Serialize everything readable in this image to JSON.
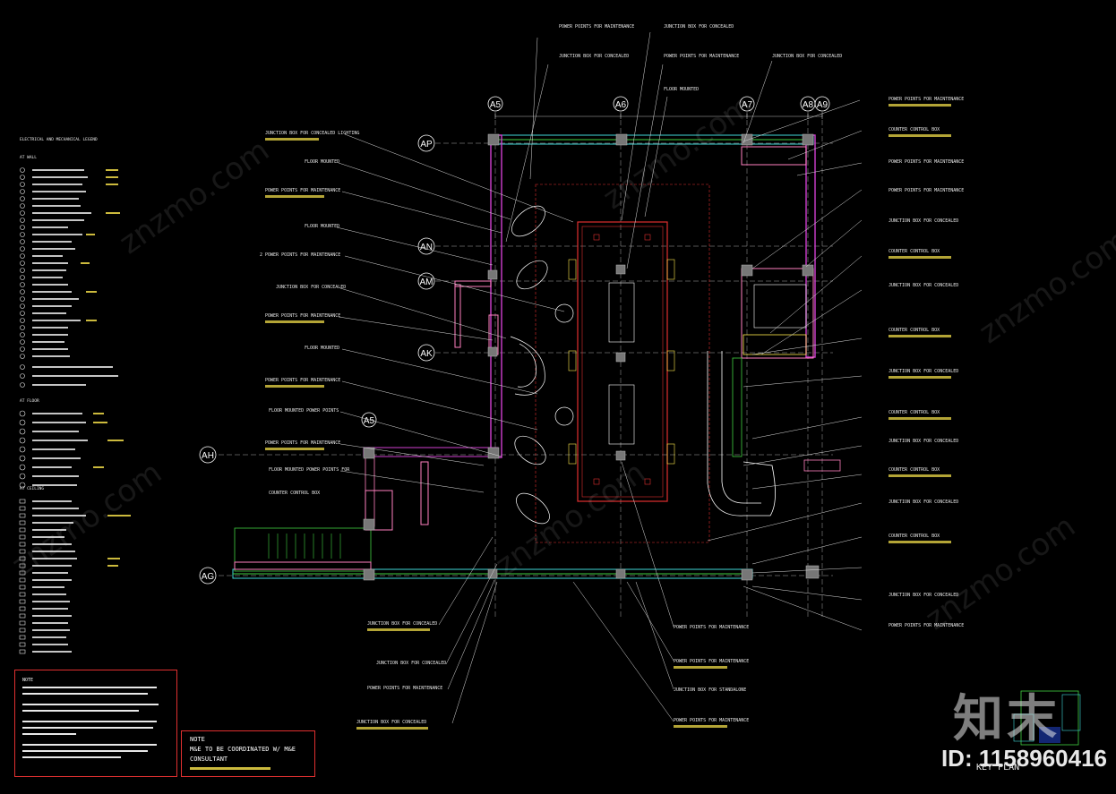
{
  "grid_labels": {
    "top": [
      "A5",
      "A6",
      "A7",
      "A8",
      "A9"
    ],
    "left": [
      "AP",
      "AN",
      "AM",
      "AK",
      "AH",
      "AG"
    ],
    "mid": "A5"
  },
  "legend": {
    "title": "ELECTRICAL AND MECHANICAL LEGEND",
    "section_wall": "AT WALL",
    "section_floor": "AT FLOOR",
    "section_ceiling": "AT CEILING"
  },
  "notes": {
    "small_title": "NOTE",
    "main_note_title": "NOTE",
    "main_note_line1": "M&E TO BE COORDINATED W/ M&E",
    "main_note_line2": "CONSULTANT"
  },
  "callouts_top": [
    "POWER POINTS FOR MAINTENANCE",
    "JUNCTION BOX FOR CONCEALED",
    "JUNCTION BOX FOR CONCEALED",
    "POWER POINTS FOR MAINTENANCE",
    "FLOOR MOUNTED",
    "JUNCTION BOX FOR CONCEALED"
  ],
  "callouts_left": [
    "JUNCTION BOX FOR CONCEALED LIGHTING",
    "FLOOR MOUNTED",
    "POWER POINTS FOR MAINTENANCE",
    "FLOOR MOUNTED",
    "2 POWER POINTS FOR MAINTENANCE",
    "JUNCTION BOX FOR CONCEALED",
    "POWER POINTS FOR MAINTENANCE",
    "FLOOR MOUNTED",
    "POWER POINTS FOR MAINTENANCE",
    "FLOOR MOUNTED POWER POINTS",
    "POWER POINTS FOR MAINTENANCE",
    "FLOOR MOUNTED POWER POINTS FOR",
    "COUNTER CONTROL BOX"
  ],
  "callouts_right": [
    "POWER POINTS FOR MAINTENANCE",
    "COUNTER CONTROL BOX",
    "POWER POINTS FOR MAINTENANCE",
    "POWER POINTS FOR MAINTENANCE",
    "JUNCTION BOX FOR CONCEALED",
    "COUNTER CONTROL BOX",
    "JUNCTION BOX FOR CONCEALED",
    "COUNTER CONTROL BOX",
    "JUNCTION BOX FOR CONCEALED",
    "COUNTER CONTROL BOX",
    "JUNCTION BOX FOR CONCEALED",
    "COUNTER CONTROL BOX",
    "JUNCTION BOX FOR CONCEALED",
    "COUNTER CONTROL BOX",
    "JUNCTION BOX FOR CONCEALED",
    "POWER POINTS FOR MAINTENANCE"
  ],
  "callouts_bottom": [
    "JUNCTION BOX FOR CONCEALED",
    "JUNCTION BOX FOR CONCEALED",
    "POWER POINTS FOR MAINTENANCE",
    "JUNCTION BOX FOR CONCEALED",
    "POWER POINTS FOR MAINTENANCE",
    "POWER POINTS FOR MAINTENANCE",
    "JUNCTION BOX FOR STANDALONE",
    "POWER POINTS FOR MAINTENANCE"
  ],
  "watermark": "znzmo.com",
  "brand": "知末",
  "image_id": "ID: 1158960416",
  "keyplan": "KEY PLAN",
  "colors": {
    "background": "#000000",
    "wall_magenta": "#d040d0",
    "wall_pink": "#ff80c0",
    "cyan": "#40d8d8",
    "green": "#40d040",
    "red": "#e03030",
    "yellow": "#ffe94d",
    "white": "#ffffff"
  }
}
